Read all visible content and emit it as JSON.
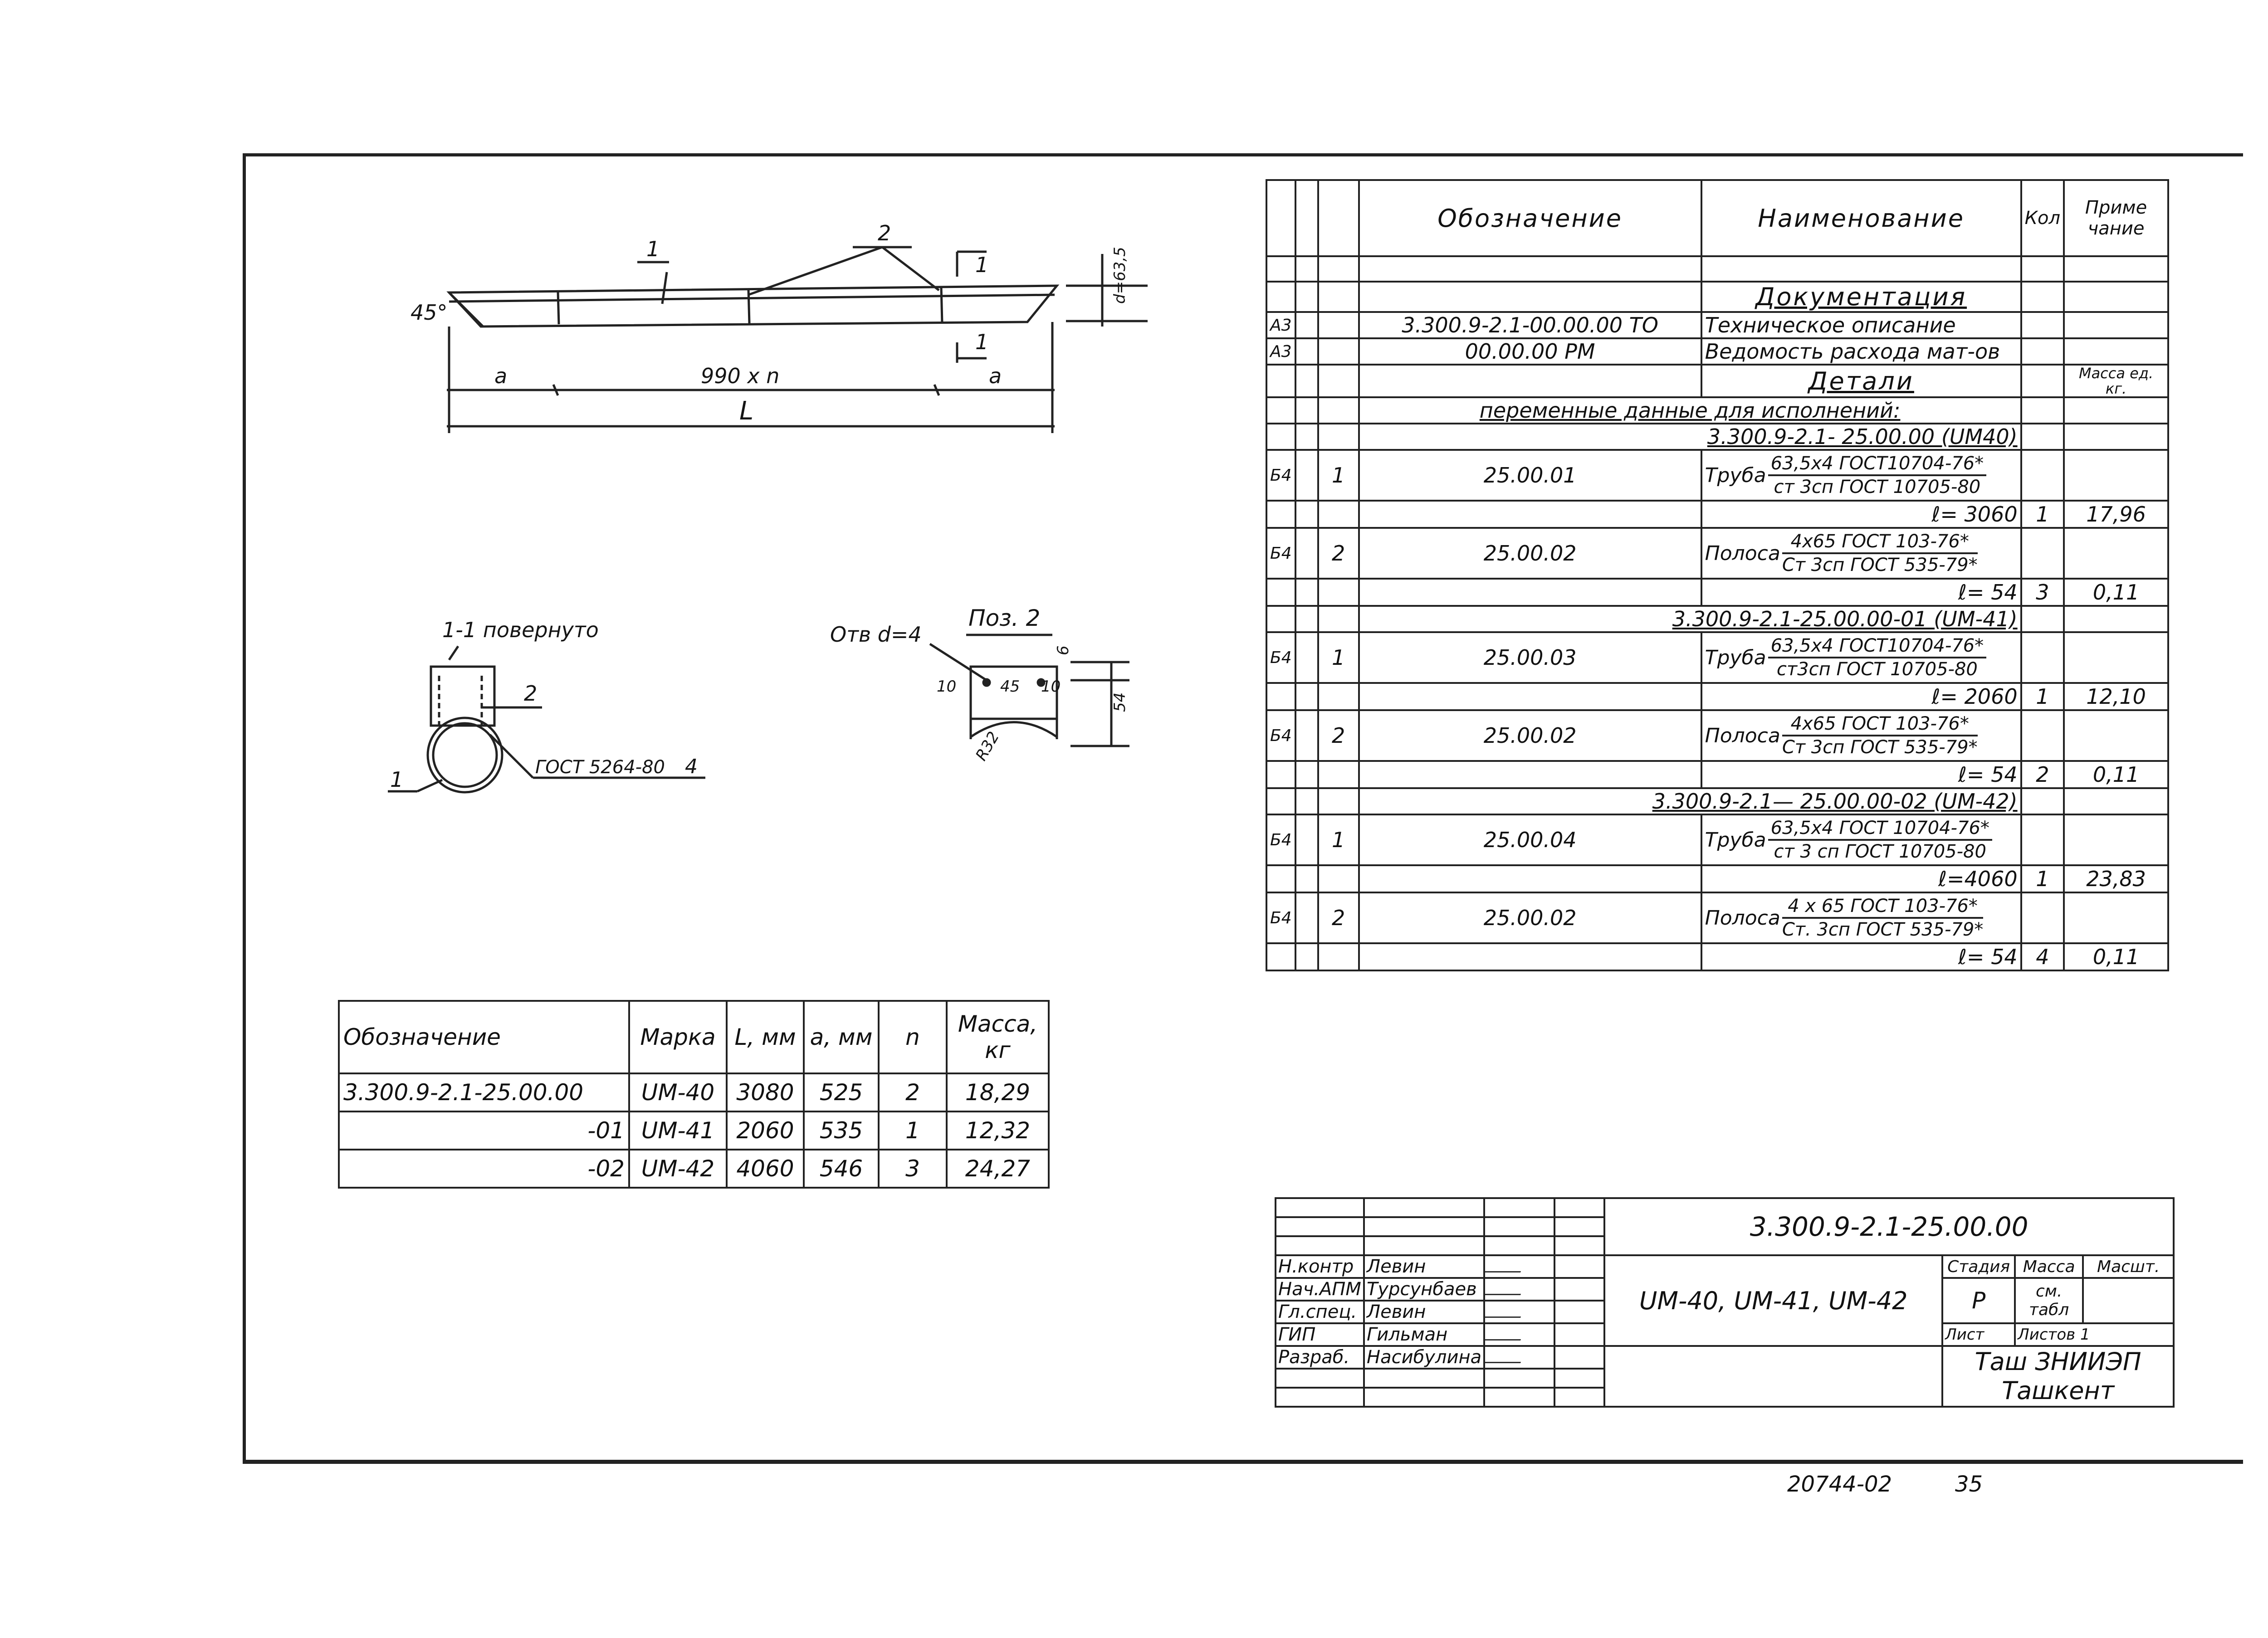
{
  "drawing": {
    "main_view": {
      "angle_label": "45°",
      "pos1_label": "1",
      "pos2_label": "2",
      "section_mark": "1",
      "diameter_label": "d=63,5",
      "dim_a_left": "a",
      "dim_middle": "990 x n",
      "dim_a_right": "a",
      "dim_total": "L"
    },
    "section_view": {
      "title": "1-1 повернуто",
      "pos1_label": "1",
      "pos2_label": "2",
      "weld_note": "ГОСТ 5264-80",
      "weld_size": "4"
    },
    "detail_view": {
      "hole_note": "Отв d=4",
      "title": "Поз. 2",
      "dim_10a": "10",
      "dim_45": "45",
      "dim_10b": "10",
      "dim_6": "6",
      "dim_54": "54",
      "radius": "R32"
    }
  },
  "variants_table": {
    "headers": [
      "Обозначение",
      "Марка",
      "L, мм",
      "a, мм",
      "n",
      "Масса, кг"
    ],
    "rows": [
      [
        "3.300.9-2.1-25.00.00",
        "UM-40",
        "3080",
        "525",
        "2",
        "18,29"
      ],
      [
        "-01",
        "UM-41",
        "2060",
        "535",
        "1",
        "12,32"
      ],
      [
        "-02",
        "UM-42",
        "4060",
        "546",
        "3",
        "24,27"
      ]
    ]
  },
  "spec_table": {
    "headers": {
      "designation": "Обозначение",
      "name": "Наименование",
      "qty": "Кол",
      "note": "Приме чание"
    },
    "rows": [
      {
        "fmt": "",
        "pos": "",
        "designation": "",
        "name": "Документация",
        "qty": "",
        "note": "",
        "style": "section"
      },
      {
        "fmt": "А3",
        "pos": "",
        "designation": "3.300.9-2.1-00.00.00 ТО",
        "name": "Техническое описание",
        "qty": "",
        "note": ""
      },
      {
        "fmt": "А3",
        "pos": "",
        "designation": "00.00.00 РМ",
        "name": "Ведомость расхода мат-ов",
        "qty": "",
        "note": ""
      },
      {
        "fmt": "",
        "pos": "",
        "designation": "",
        "name": "Детали",
        "qty": "",
        "note": "Масса ед. кг.",
        "style": "section"
      },
      {
        "fmt": "",
        "pos": "",
        "designation": "переменные данные для исполнений:",
        "name": "",
        "qty": "",
        "note": "",
        "style": "span"
      },
      {
        "fmt": "",
        "pos": "",
        "designation": "3.300.9-2.1- 25.00.00 (UM40)",
        "name": "",
        "qty": "",
        "note": "",
        "style": "span-right"
      },
      {
        "fmt": "Б4",
        "pos": "1",
        "designation": "25.00.01",
        "name_prefix": "Труба",
        "frac_top": "63,5х4 ГОСТ10704-76*",
        "frac_bottom": "ст 3сп ГОСТ 10705-80",
        "qty": "",
        "note": "",
        "style": "frac"
      },
      {
        "fmt": "",
        "pos": "",
        "designation": "",
        "name": "ℓ= 3060",
        "qty": "1",
        "note": "17,96",
        "style": "len"
      },
      {
        "fmt": "Б4",
        "pos": "2",
        "designation": "25.00.02",
        "name_prefix": "Полоса",
        "frac_top": "4х65 ГОСТ 103-76*",
        "frac_bottom": "Ст 3сп ГОСТ 535-79*",
        "qty": "",
        "note": "",
        "style": "frac"
      },
      {
        "fmt": "",
        "pos": "",
        "designation": "",
        "name": "ℓ= 54",
        "qty": "3",
        "note": "0,11",
        "style": "len"
      },
      {
        "fmt": "",
        "pos": "",
        "designation": "3.300.9-2.1-25.00.00-01 (UM-41)",
        "name": "",
        "qty": "",
        "note": "",
        "style": "span-right"
      },
      {
        "fmt": "Б4",
        "pos": "1",
        "designation": "25.00.03",
        "name_prefix": "Труба",
        "frac_top": "63,5х4 ГОСТ10704-76*",
        "frac_bottom": "ст3сп ГОСТ 10705-80",
        "qty": "",
        "note": "",
        "style": "frac"
      },
      {
        "fmt": "",
        "pos": "",
        "designation": "",
        "name": "ℓ= 2060",
        "qty": "1",
        "note": "12,10",
        "style": "len"
      },
      {
        "fmt": "Б4",
        "pos": "2",
        "designation": "25.00.02",
        "name_prefix": "Полоса",
        "frac_top": "4х65 ГОСТ 103-76*",
        "frac_bottom": "Ст 3сп ГОСТ 535-79*",
        "qty": "",
        "note": "",
        "style": "frac"
      },
      {
        "fmt": "",
        "pos": "",
        "designation": "",
        "name": "ℓ= 54",
        "qty": "2",
        "note": "0,11",
        "style": "len"
      },
      {
        "fmt": "",
        "pos": "",
        "designation": "3.300.9-2.1— 25.00.00-02 (UM-42)",
        "name": "",
        "qty": "",
        "note": "",
        "style": "span-right"
      },
      {
        "fmt": "Б4",
        "pos": "1",
        "designation": "25.00.04",
        "name_prefix": "Труба",
        "frac_top": "63,5х4 ГОСТ 10704-76*",
        "frac_bottom": "ст 3 сп ГОСТ 10705-80",
        "qty": "",
        "note": "",
        "style": "frac"
      },
      {
        "fmt": "",
        "pos": "",
        "designation": "",
        "name": "ℓ=4060",
        "qty": "1",
        "note": "23,83",
        "style": "len"
      },
      {
        "fmt": "Б4",
        "pos": "2",
        "designation": "25.00.02",
        "name_prefix": "Полоса",
        "frac_top": "4 х 65 ГОСТ 103-76*",
        "frac_bottom": "Ст. 3сп ГОСТ 535-79*",
        "qty": "",
        "note": "",
        "style": "frac"
      },
      {
        "fmt": "",
        "pos": "",
        "designation": "",
        "name": "ℓ= 54",
        "qty": "4",
        "note": "0,11",
        "style": "len"
      }
    ]
  },
  "title_block": {
    "document_code": "3.300.9-2.1-25.00.00",
    "product_name": "UM-40, UM-41, UM-42",
    "stage_label": "Стадия",
    "mass_label": "Масса",
    "scale_label": "Масшт.",
    "stage_value": "Р",
    "mass_value": "см. табл",
    "sheet_label": "Лист",
    "sheets_label": "Листов 1",
    "organization": "Таш ЗНИИЭП Ташкент",
    "signatories": [
      {
        "role": "Н.контр",
        "name": "Левин"
      },
      {
        "role": "Нач.АПМ",
        "name": "Турсунбаев"
      },
      {
        "role": "Гл.спец.",
        "name": "Левин"
      },
      {
        "role": "ГИП",
        "name": "Гильман"
      },
      {
        "role": "Разраб.",
        "name": "Насибулина"
      }
    ]
  },
  "footer": {
    "archive_number": "20744-02",
    "page_number": "35"
  }
}
